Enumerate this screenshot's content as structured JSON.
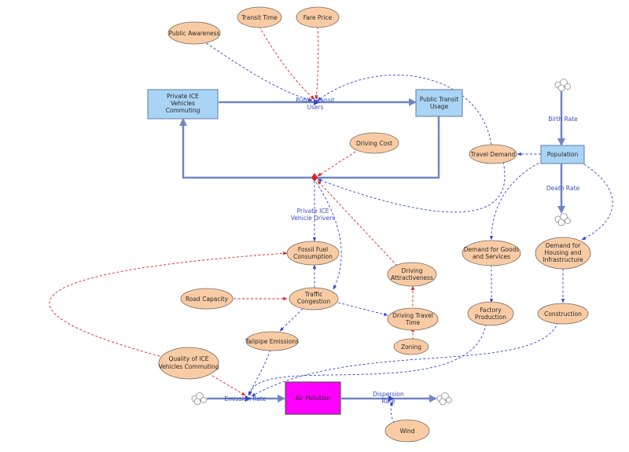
{
  "diagram": {
    "stocks": {
      "private_ice": [
        "Private ICE",
        "Vehicles",
        "Commuting"
      ],
      "public_transit": [
        "Public Transit",
        "Usage"
      ],
      "population": [
        "Population"
      ],
      "air_pollution": [
        "Air Pollution"
      ]
    },
    "aux": {
      "public_awareness": [
        "Public Awareness"
      ],
      "transit_time": [
        "Transit Time"
      ],
      "fare_price": [
        "Fare Price"
      ],
      "driving_cost": [
        "Driving Cost"
      ],
      "travel_demand": [
        "Travel Demand"
      ],
      "fossil_fuel": [
        "Fossil Fuel",
        "Consumption"
      ],
      "driving_attractiveness": [
        "Driving",
        "Attractiveness"
      ],
      "road_capacity": [
        "Road Capacity"
      ],
      "traffic_congestion": [
        "Traffic",
        "Congestion"
      ],
      "driving_travel_time": [
        "Driving Travel",
        "Time"
      ],
      "tailpipe_emissions": [
        "Tailpipe Emissions"
      ],
      "zoning": [
        "Zoning"
      ],
      "quality_ice": [
        "Quality of ICE",
        "Vehicles Commuting"
      ],
      "demand_goods": [
        "Demand for Goods",
        "and Services"
      ],
      "demand_housing": [
        "Demand for",
        "Housing and",
        "Infrastructure"
      ],
      "factory_production": [
        "Factory",
        "Production"
      ],
      "construction": [
        "Construction"
      ],
      "wind": [
        "Wind"
      ]
    },
    "flows": {
      "public_transit_users": [
        "Public Transit",
        "Users"
      ],
      "private_ice_drivers": [
        "Private ICE",
        "Vehicle Drivers"
      ],
      "birth_rate": [
        "Birth Rate"
      ],
      "death_rate": [
        "Death Rate"
      ],
      "emission_rate": [
        "Emission Rate"
      ],
      "dispersion_rate": [
        "Dispersion",
        "Rate"
      ]
    },
    "colors": {
      "stock_fill": "#a9d4f5",
      "stock_stroke": "#6d8fb4",
      "pollution_fill": "#ff00ff",
      "aux_fill": "#f9cba4",
      "aux_stroke": "#7a6a5a",
      "flow_pipe": "#6f86c2",
      "link_blue": "#3344cc",
      "link_red": "#e02020",
      "text": "#2a2a2a"
    }
  }
}
